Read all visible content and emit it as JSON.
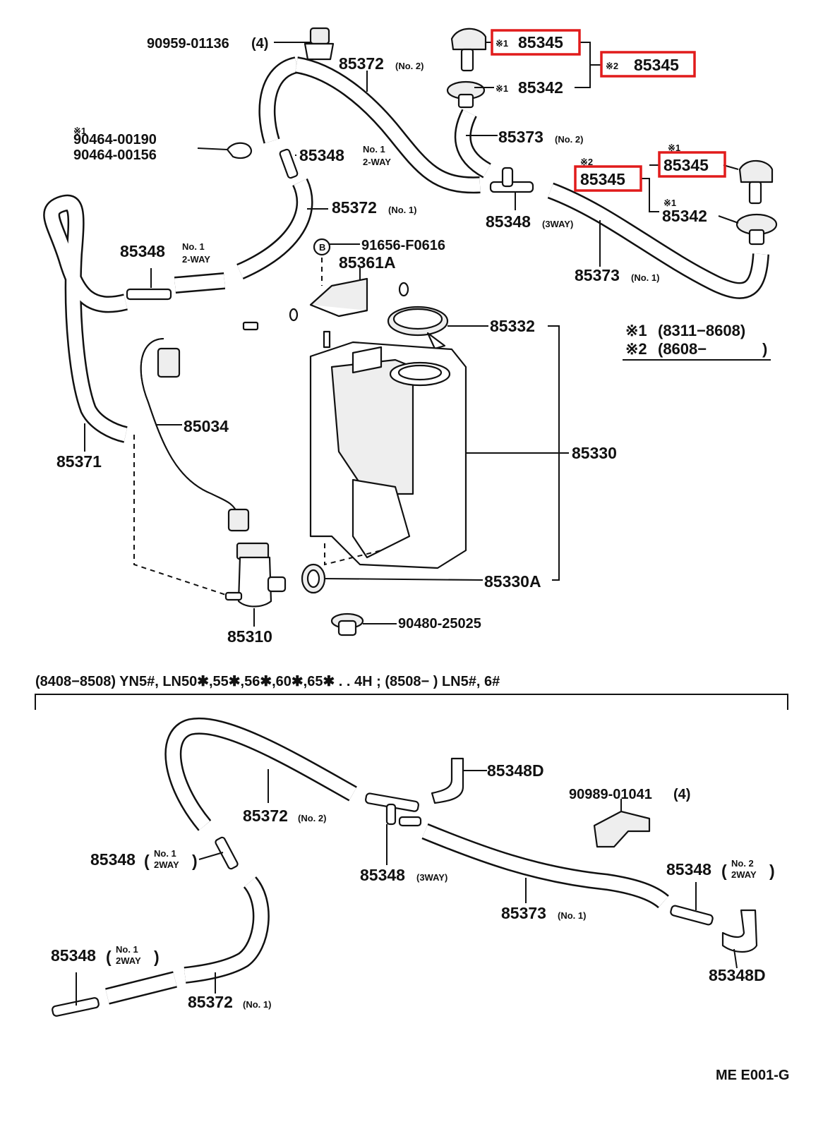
{
  "parts": {
    "clip_upper": "90959-01136",
    "clip_upper_qty": "(4)",
    "hose_no2_upper": "85372",
    "hose_no2_upper_sub": "(No. 2)",
    "clamp_ref1": "90464-00190",
    "clamp_ref2": "90464-00156",
    "conn_2way_upper": "85348",
    "conn_2way_upper_sub": "No. 1",
    "conn_2way_upper_sub2": "2-WAY",
    "hose_no1_upper": "85372",
    "hose_no1_upper_sub": "(No. 1)",
    "conn_2way_left": "85348",
    "conn_2way_left_sub": "No. 1",
    "conn_2way_left_sub2": "2-WAY",
    "bolt": "91656-F0616",
    "bolt_mark": "B",
    "bracket": "85361A",
    "hose_left": "85371",
    "wire": "85034",
    "pump": "85310",
    "grommet": "85330A",
    "cap": "85332",
    "tank": "85330",
    "plug": "90480-25025",
    "nozzle_a": "85345",
    "nozzle_a_mark": "※1",
    "nozzle_group": "85345",
    "nozzle_group_mark": "※2",
    "nozzle_base_a": "85342",
    "nozzle_base_a_mark": "※1",
    "hose_no2_short": "85373",
    "hose_no2_short_sub": "(No. 2)",
    "conn_3way_upper": "85348",
    "conn_3way_upper_sub": "(3WAY)",
    "nozzle_b2": "85345",
    "nozzle_b2_mark": "※2",
    "nozzle_b1": "85345",
    "nozzle_b1_mark": "※1",
    "nozzle_base_b": "85342",
    "nozzle_base_b_mark": "※1",
    "hose_no1_right": "85373",
    "hose_no1_right_sub": "(No. 1)"
  },
  "legend": {
    "mark1": "※1",
    "range1": "(8311−8608)",
    "mark2": "※2",
    "range2": "(8608−",
    "range2_close": ")"
  },
  "lower": {
    "applicability": "(8408−8508)  YN5#,  LN50✱,55✱,56✱,60✱,65✱  .  .  4H  ;  (8508−        ) LN5#, 6#",
    "hose_no2": "85372",
    "hose_no2_sub": "(No. 2)",
    "elbow_d_upper": "85348D",
    "clip": "90989-01041",
    "clip_qty": "(4)",
    "conn_2way_a": "85348",
    "conn_2way_a_sub": "No. 1",
    "conn_2way_a_sub2": "2WAY",
    "conn_3way": "85348",
    "conn_3way_sub": "(3WAY)",
    "conn_2way_b": "85348",
    "conn_2way_b_sub": "No. 2",
    "conn_2way_b_sub2": "2WAY",
    "hose_no1_right": "85373",
    "hose_no1_right_sub": "(No. 1)",
    "conn_2way_c": "85348",
    "conn_2way_c_sub": "No. 1",
    "conn_2way_c_sub2": "2WAY",
    "hose_no1_bottom": "85372",
    "hose_no1_bottom_sub": "(No. 1)",
    "elbow_d_lower": "85348D"
  },
  "footer": {
    "code": "ME E001-G"
  },
  "colors": {
    "highlight": "#e11b1b",
    "ink": "#111111"
  }
}
